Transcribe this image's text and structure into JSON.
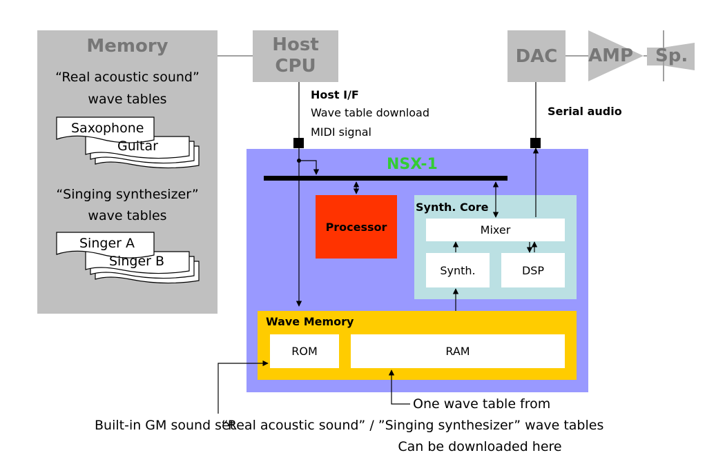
{
  "memory": {
    "title": "Memory",
    "real_heading_1": "“Real acoustic sound”",
    "real_heading_2": "wave tables",
    "real_items": [
      "Saxophone",
      "Guitar"
    ],
    "singing_heading_1": "“Singing synthesizer”",
    "singing_heading_2": "wave tables",
    "singing_items": [
      "Singer A",
      "Singer B"
    ]
  },
  "host_cpu": {
    "line1": "Host",
    "line2": "CPU"
  },
  "host_if": {
    "title": "Host I/F",
    "line1": "Wave table download",
    "line2": "MIDI signal"
  },
  "output_chain": {
    "dac": "DAC",
    "amp": "AMP",
    "speaker": "Sp."
  },
  "serial_audio": "Serial audio",
  "chip": {
    "name": "NSX-1",
    "processor": "Processor",
    "synth_core": {
      "title": "Synth. Core",
      "mixer": "Mixer",
      "synth": "Synth.",
      "dsp": "DSP"
    },
    "wave_memory": {
      "title": "Wave Memory",
      "rom": "ROM",
      "ram": "RAM"
    }
  },
  "notes": {
    "gm": "Built-in GM sound set",
    "download_1": "One wave table from",
    "download_2": "“Real acoustic sound” / ”Singing synthesizer” wave tables",
    "download_3": "Can be downloaded here"
  },
  "colors": {
    "memory_panel": "#c0c0c0",
    "grey_text": "#777777",
    "chip": "#9999ff",
    "chip_label": "#33cc33",
    "processor": "#ff3300",
    "synth_core": "#bbe0e3",
    "wave_memory": "#ffcc00"
  }
}
